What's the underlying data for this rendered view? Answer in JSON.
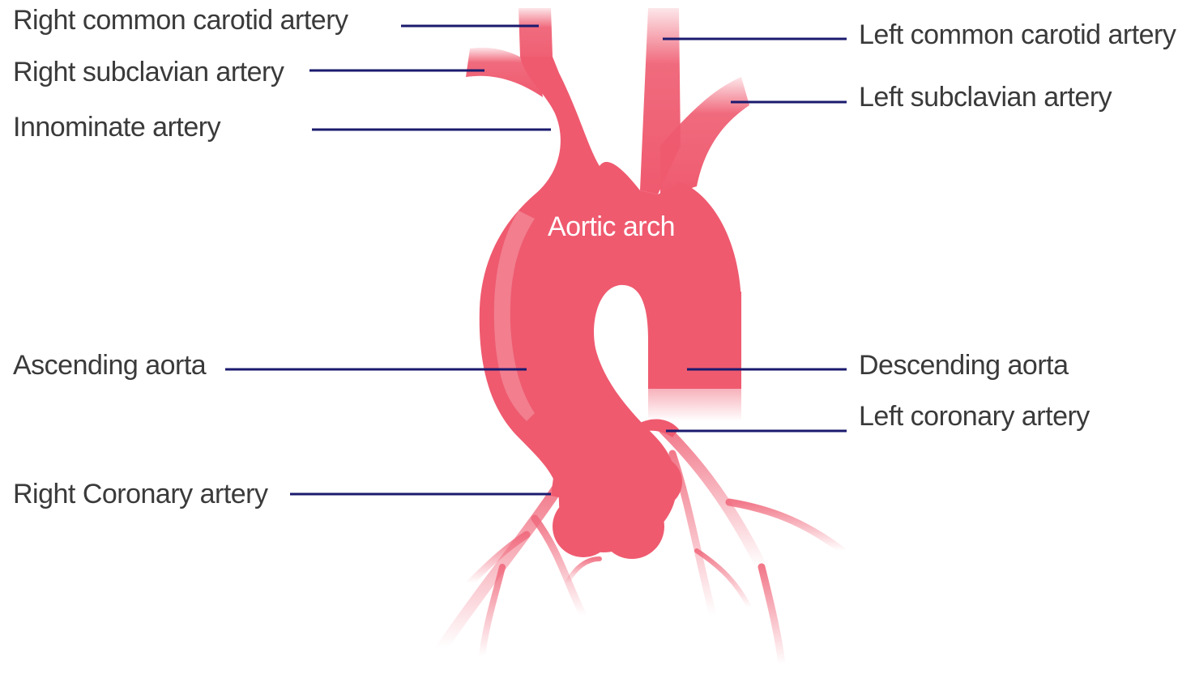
{
  "colors": {
    "vessel": "#ef5a6f",
    "vessel_highlight": "#f7a3ae",
    "leader_line": "#1a1a6e",
    "label_text": "#3a3a3a",
    "center_label_text": "#ffffff",
    "background": "#ffffff"
  },
  "labels": {
    "right_common_carotid": "Right common carotid artery",
    "right_subclavian": "Right subclavian artery",
    "innominate": "Innominate artery",
    "ascending_aorta": "Ascending aorta",
    "right_coronary": "Right Coronary artery",
    "left_common_carotid": "Left common carotid artery",
    "left_subclavian": "Left subclavian artery",
    "descending_aorta": "Descending aorta",
    "left_coronary": "Left coronary artery",
    "aortic_arch": "Aortic arch"
  }
}
